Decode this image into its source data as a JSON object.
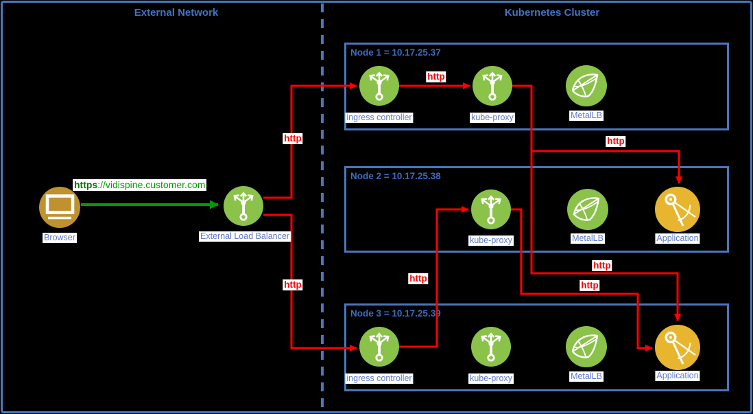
{
  "regions": {
    "external_network": "External Network",
    "kubernetes_cluster": "Kubernetes Cluster"
  },
  "external": {
    "browser_label": "Browser",
    "load_balancer_label": "External Load Balancer",
    "url_scheme": "https",
    "url_rest": "://vidispine.customer.com"
  },
  "nodes": [
    {
      "title": "Node 1 = 10.17.25.37",
      "items": [
        {
          "label": "ingress controller",
          "icon": "load-balancer-icon"
        },
        {
          "label": "kube-proxy",
          "icon": "load-balancer-icon"
        },
        {
          "label": "MetalLB",
          "icon": "metallb-icon"
        }
      ]
    },
    {
      "title": "Node 2 = 10.17.25.38",
      "items": [
        {
          "label": "kube-proxy",
          "icon": "load-balancer-icon"
        },
        {
          "label": "MetalLB",
          "icon": "metallb-icon"
        },
        {
          "label": "Application",
          "icon": "application-icon"
        }
      ]
    },
    {
      "title": "Node 3 = 10.17.25.39",
      "items": [
        {
          "label": "ingress controller",
          "icon": "load-balancer-icon"
        },
        {
          "label": "kube-proxy",
          "icon": "load-balancer-icon"
        },
        {
          "label": "MetalLB",
          "icon": "metallb-icon"
        },
        {
          "label": "Application",
          "icon": "application-icon"
        }
      ]
    }
  ],
  "edge_labels": {
    "http": [
      "http",
      "http",
      "http",
      "http",
      "http",
      "http",
      "http"
    ]
  },
  "colors": {
    "border_blue": "#4877bd",
    "region_title_blue": "#3e74c9",
    "shape_label_blue": "#5e7ac8",
    "edge_red": "#ff0000",
    "edge_green": "#009b00",
    "url_scheme_green": "#007500",
    "shape_green": "#8bc24a",
    "browser_gold": "#c0922f",
    "application_gold": "#e8b62e",
    "background": "#000000"
  }
}
